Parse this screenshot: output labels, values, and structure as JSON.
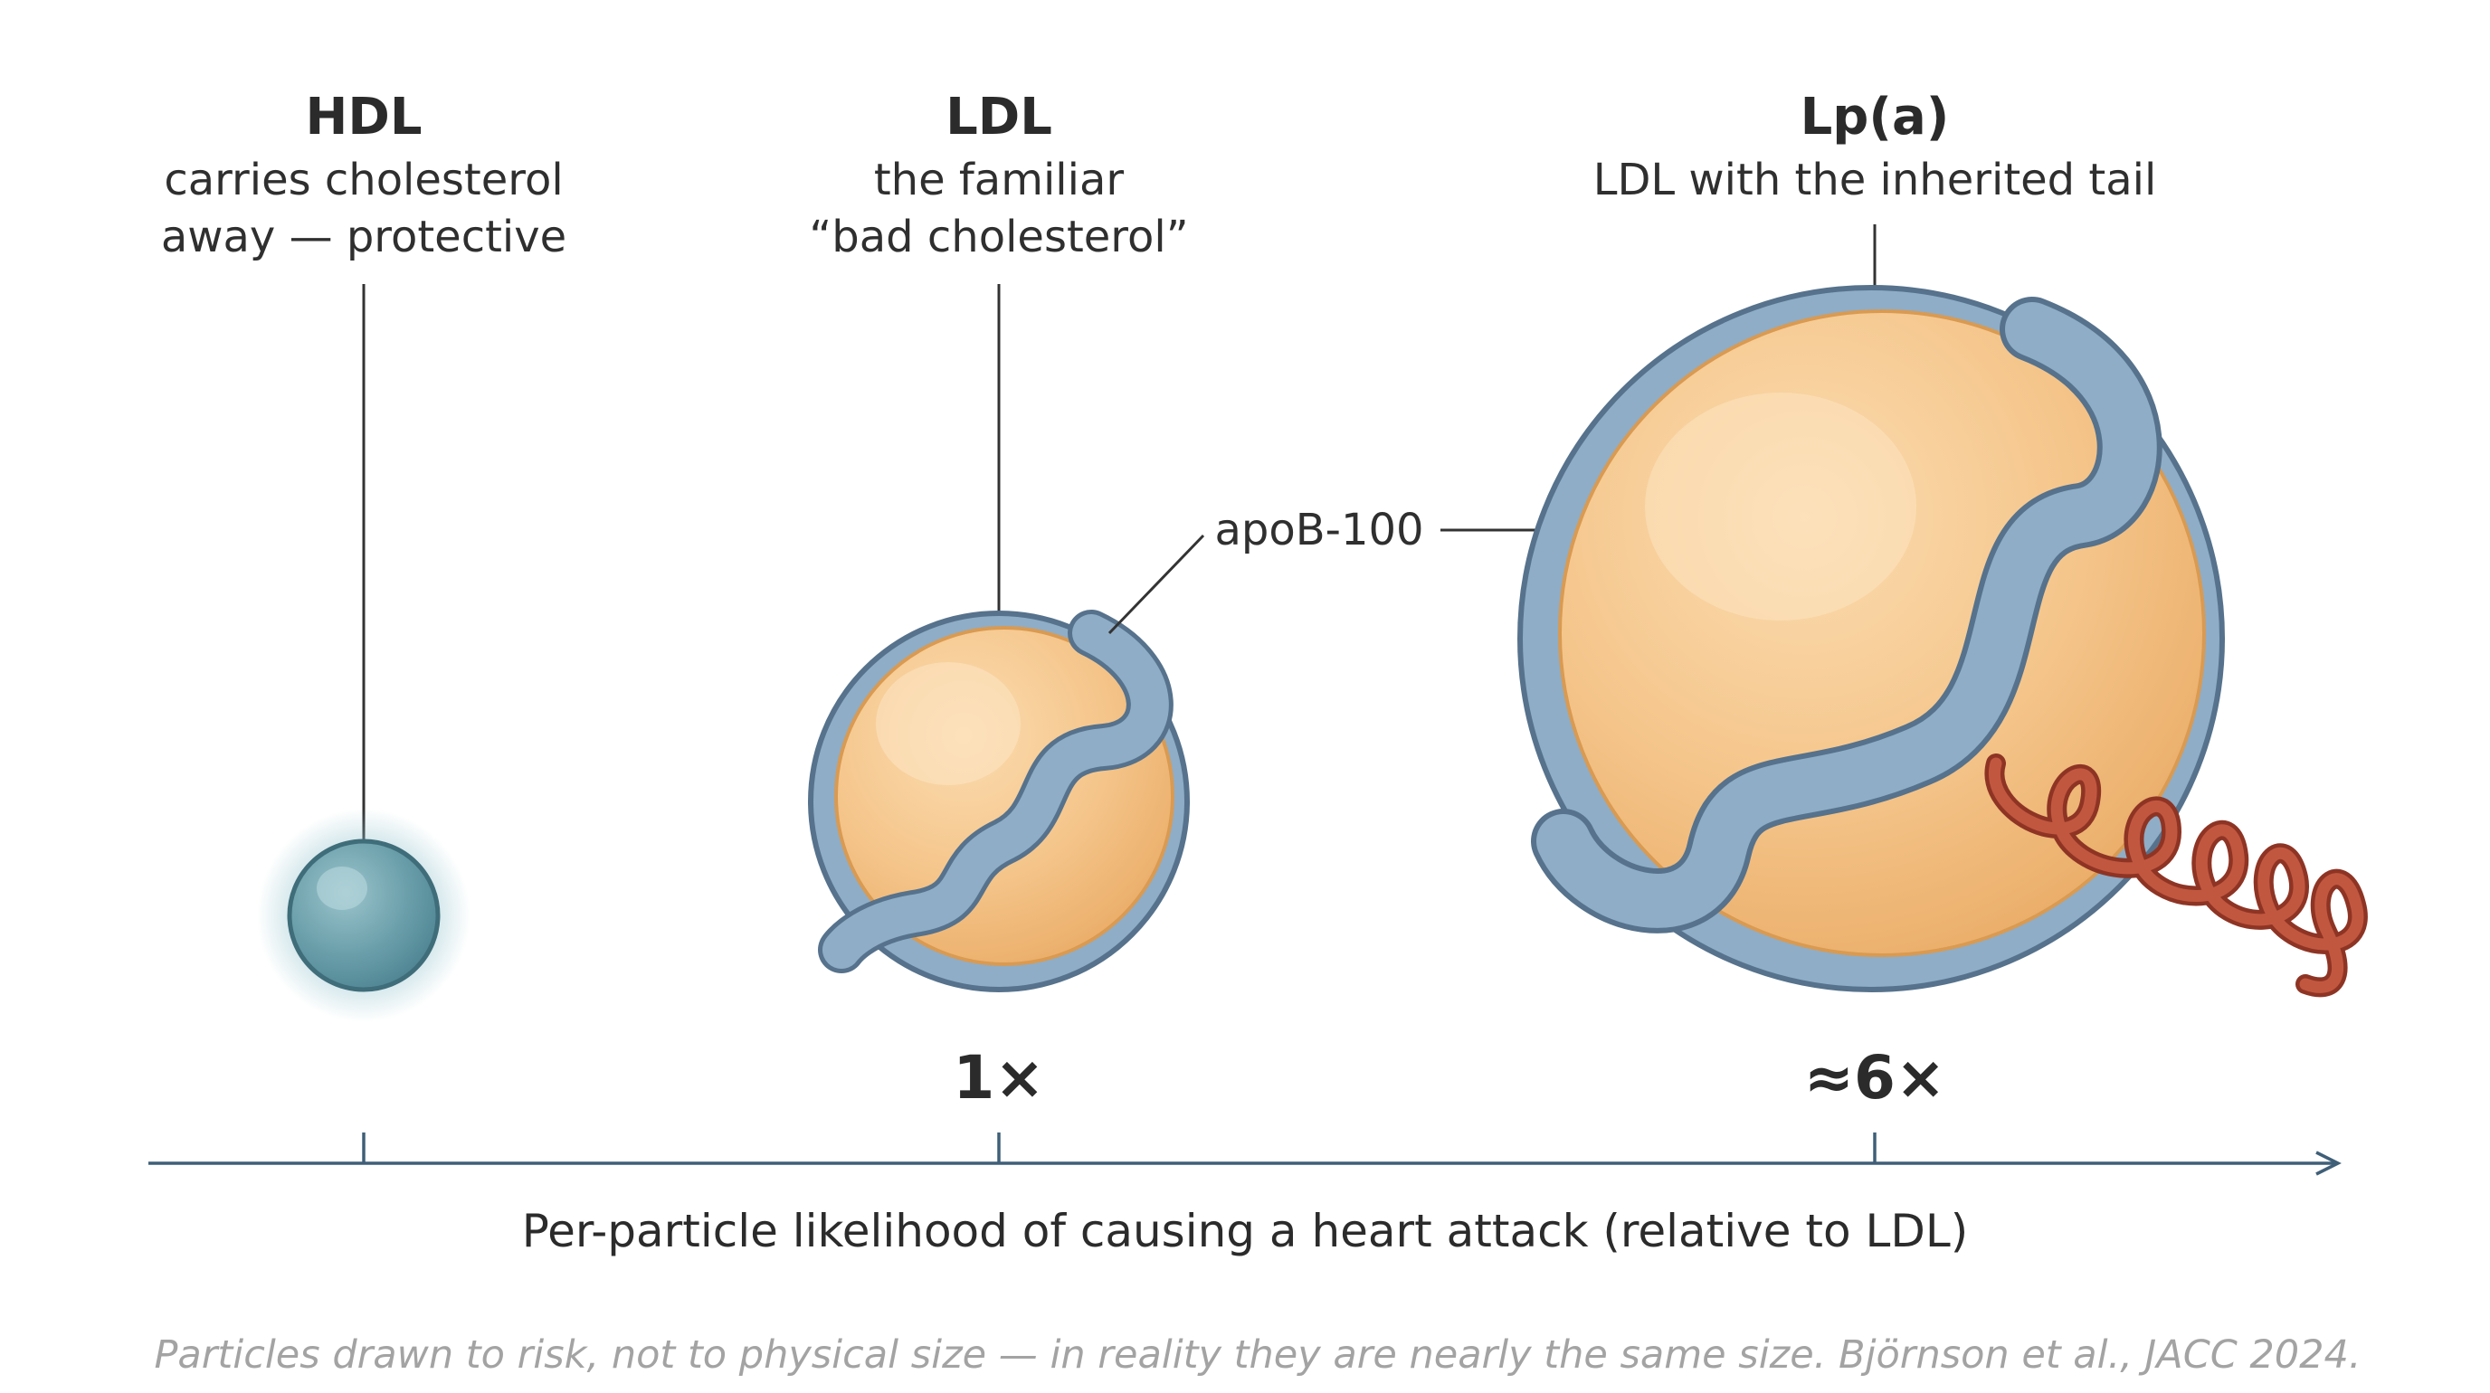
{
  "particles": [
    {
      "id": "hdl",
      "name": "HDL",
      "description_lines": [
        "carries cholesterol",
        "away — protective"
      ],
      "risk_label": ""
    },
    {
      "id": "ldl",
      "name": "LDL",
      "description_lines": [
        "the familiar",
        "“bad cholesterol”"
      ],
      "risk_label": "1×"
    },
    {
      "id": "lpa",
      "name": "Lp(a)",
      "description_lines": [
        "LDL with the inherited tail"
      ],
      "risk_label": "≈6×"
    }
  ],
  "callout": "apoB-100",
  "axis_label": "Per-particle likelihood of causing a heart attack (relative to LDL)",
  "footnote": "Particles drawn to risk, not to physical size — in reality they are nearly the same size. Björnson et al., JACC 2024.",
  "colors": {
    "hdl_fill": "#6a9faa",
    "particle_fill": "#f4c186",
    "particle_edge": "#d99a52",
    "apob_band": "#8fadc6",
    "apob_edge": "#56728c",
    "apoa_tail": "#c2573f",
    "axis": "#3f5f78"
  }
}
